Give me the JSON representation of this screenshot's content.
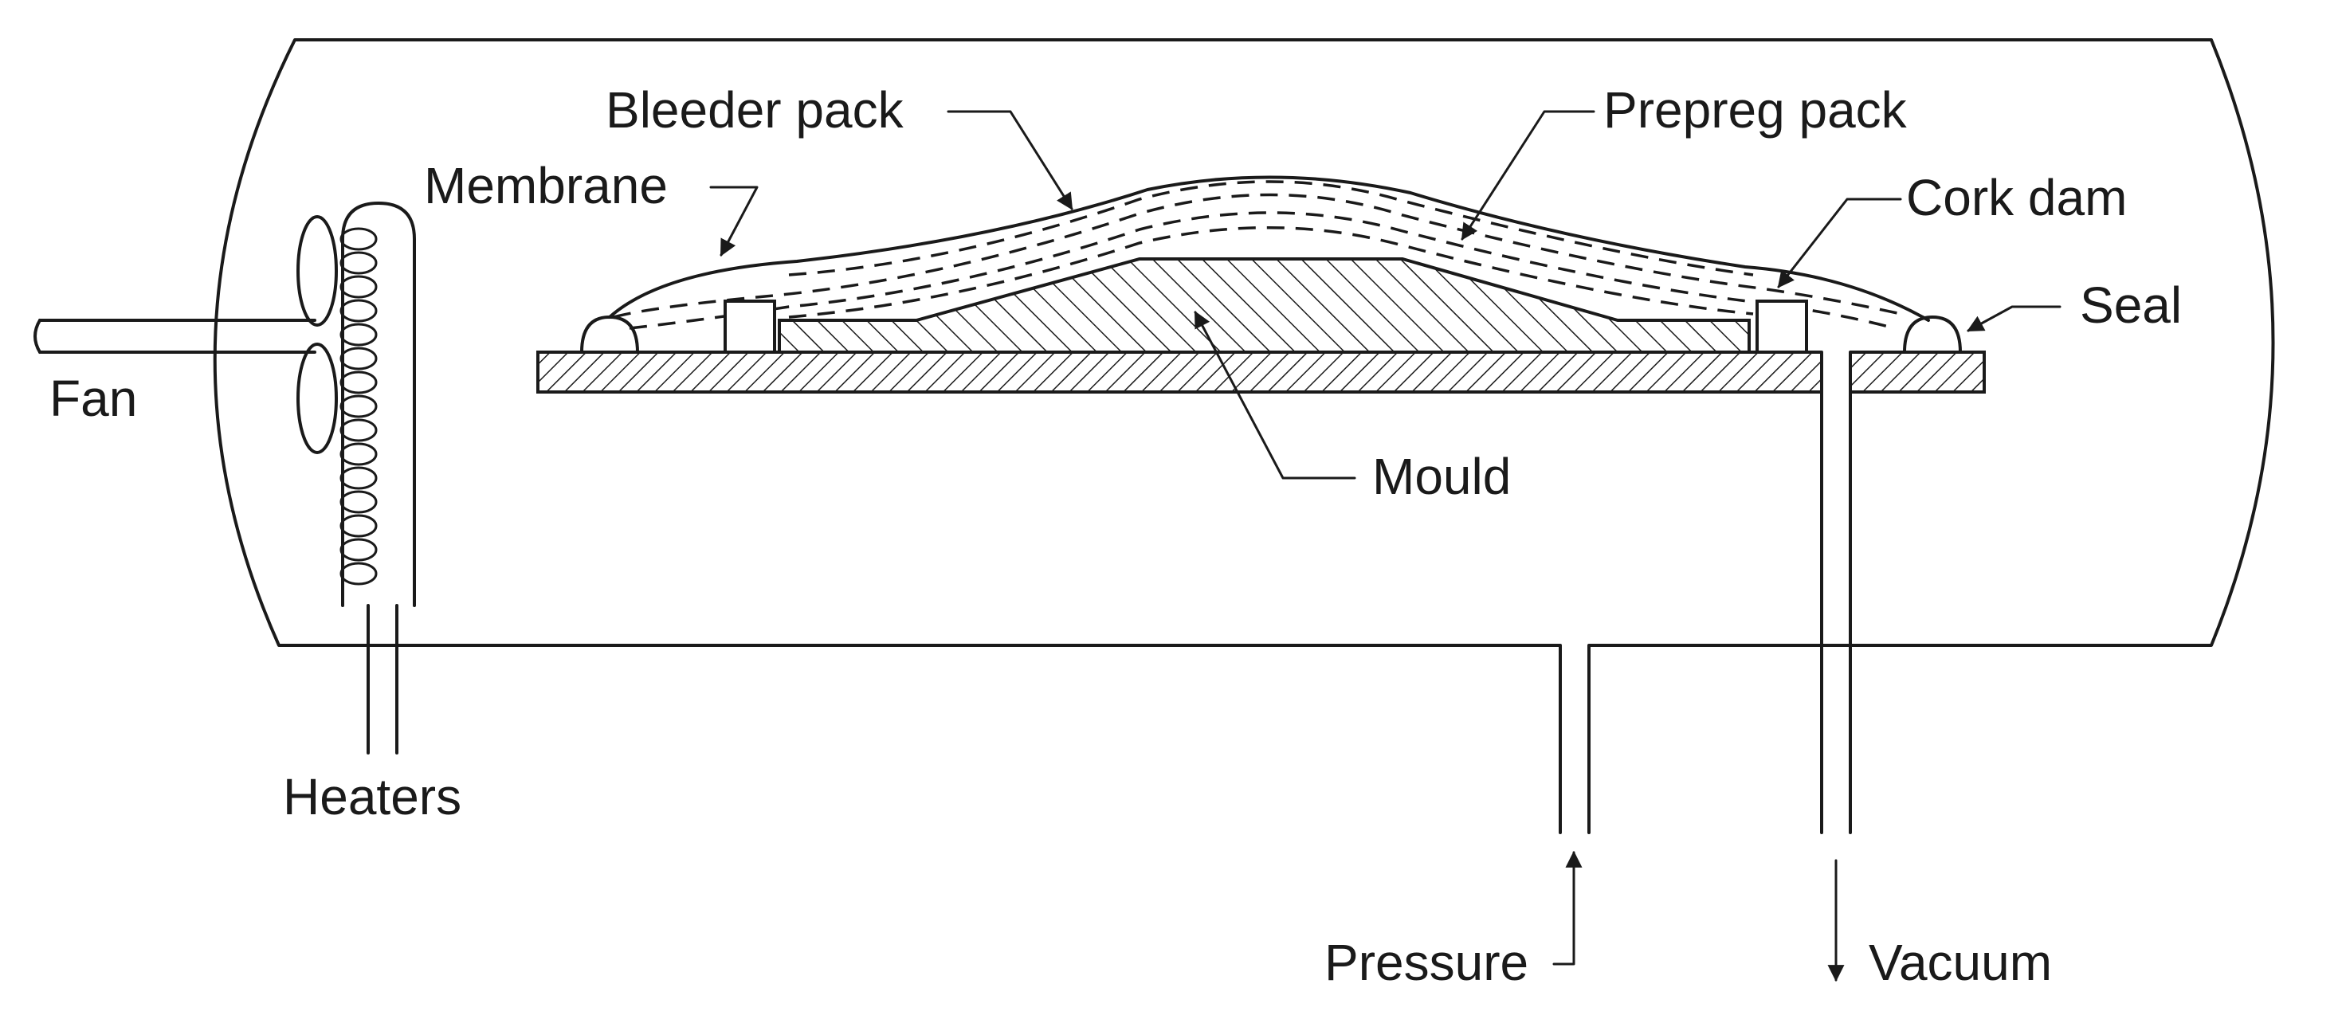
{
  "labels": {
    "fan": "Fan",
    "heaters": "Heaters",
    "membrane": "Membrane",
    "bleeder_pack": "Bleeder pack",
    "prepreg_pack": "Prepreg pack",
    "cork_dam": "Cork dam",
    "seal": "Seal",
    "mould": "Mould",
    "pressure": "Pressure",
    "vacuum": "Vacuum"
  },
  "colors": {
    "line": "#1a1a1a",
    "background": "#ffffff"
  }
}
